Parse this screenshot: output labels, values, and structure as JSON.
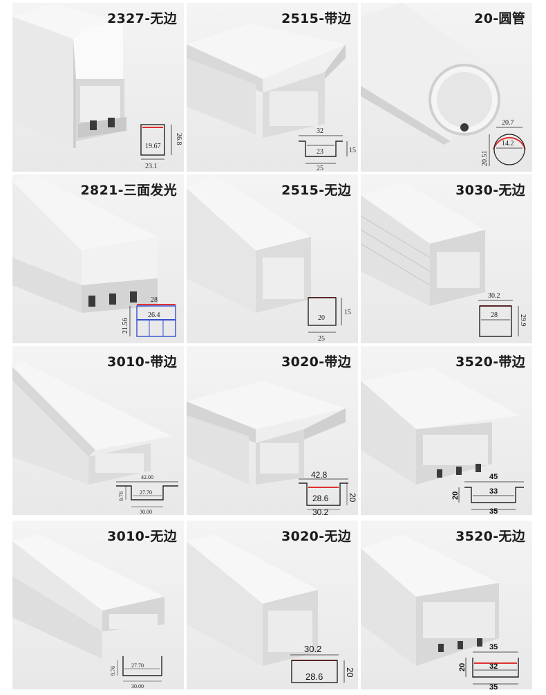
{
  "products": [
    {
      "title": "2327-无边",
      "dims": [
        "19.67",
        "26.8",
        "23.1"
      ]
    },
    {
      "title": "2515-带边",
      "dims": [
        "32",
        "23",
        "15",
        "25"
      ]
    },
    {
      "title": "20-圆管",
      "dims": [
        "20.7",
        "14.2",
        "20.51"
      ]
    },
    {
      "title": "2821-三面发光",
      "dims": [
        "28",
        "26.4",
        "21.56"
      ]
    },
    {
      "title": "2515-无边",
      "dims": [
        "20",
        "15",
        "25"
      ]
    },
    {
      "title": "3030-无边",
      "dims": [
        "30.2",
        "28",
        "29.9"
      ]
    },
    {
      "title": "3010-带边",
      "dims": [
        "42.00",
        "9.76",
        "27.70",
        "30.00"
      ]
    },
    {
      "title": "3020-带边",
      "dims": [
        "42.8",
        "28.6",
        "20",
        "30.2"
      ]
    },
    {
      "title": "3520-带边",
      "dims": [
        "45",
        "20",
        "33",
        "35"
      ]
    },
    {
      "title": "3010-无边",
      "dims": [
        "9.76",
        "27.70",
        "30.00"
      ]
    },
    {
      "title": "3020-无边",
      "dims": [
        "30.2",
        "28.6",
        "20"
      ]
    },
    {
      "title": "3520-无边",
      "dims": [
        "35",
        "20",
        "32",
        "35"
      ]
    }
  ]
}
